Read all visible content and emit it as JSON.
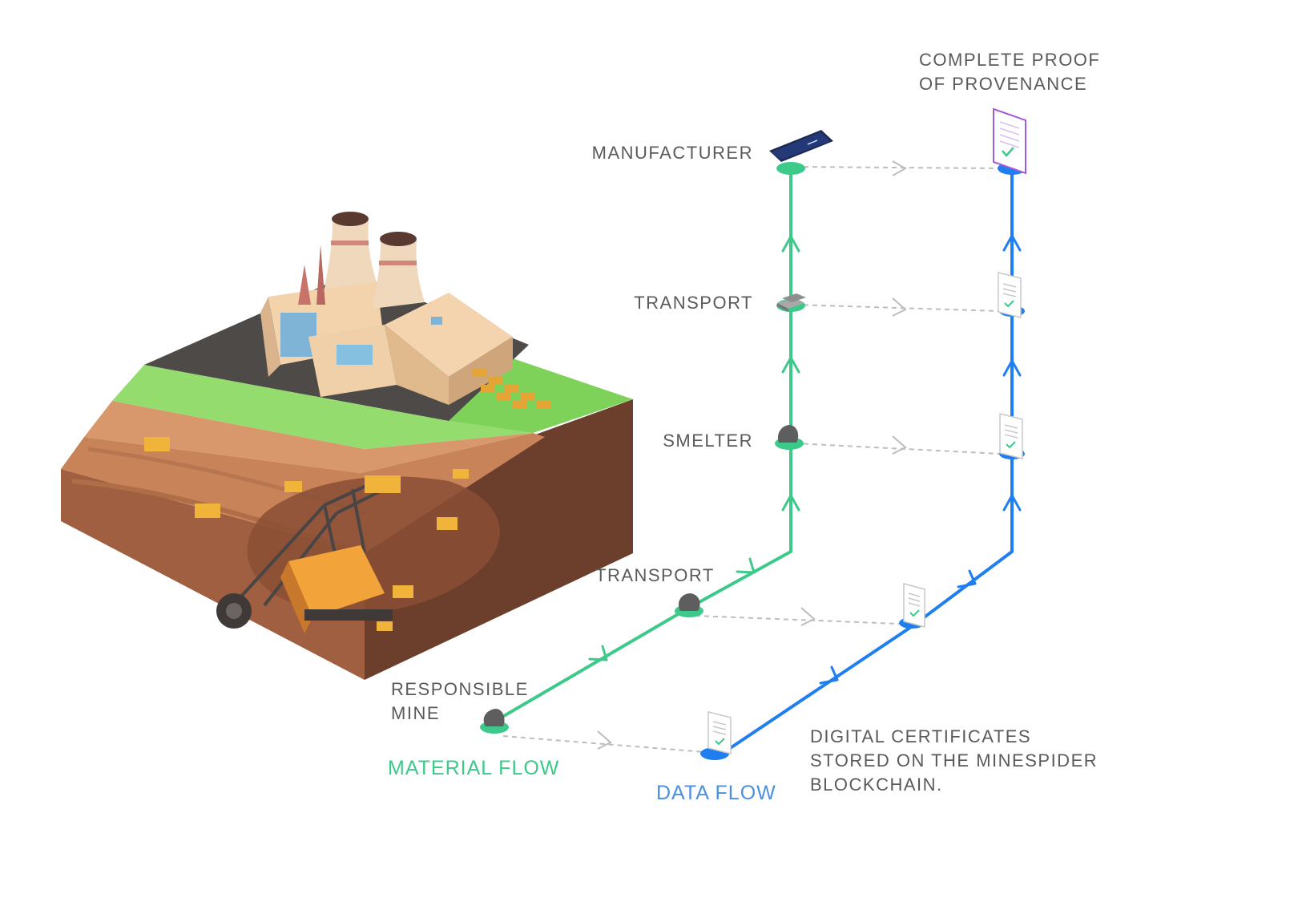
{
  "labels": {
    "complete_proof_1": "COMPLETE PROOF",
    "complete_proof_2": "OF PROVENANCE",
    "manufacturer": "MANUFACTURER",
    "transport_upper": "TRANSPORT",
    "smelter": "SMELTER",
    "transport_lower": "TRANSPORT",
    "responsible_1": "RESPONSIBLE",
    "responsible_2": "MINE",
    "material_flow": "MATERIAL FLOW",
    "data_flow": "DATA FLOW",
    "digital_1": "DIGITAL CERTIFICATES",
    "digital_2": "STORED ON THE MINESPIDER",
    "digital_3": "BLOCKCHAIN."
  },
  "colors": {
    "material_flow": "#3cc98a",
    "data_flow": "#1f7ff0",
    "link_dashed": "#bdbdbd",
    "label_text": "#5a5a5a",
    "certificate_accent": "#a35bd6"
  },
  "icons": [
    "mine-scene-illustration",
    "phone-icon",
    "metal-bars-icon",
    "ore-rock-icon",
    "certificate-icon"
  ]
}
